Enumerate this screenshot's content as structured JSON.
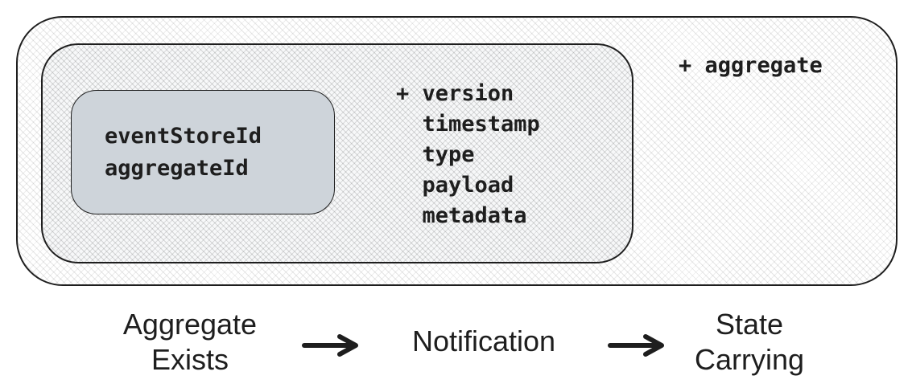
{
  "diagram": {
    "inner_box": {
      "lines": [
        "eventStoreId",
        "aggregateId"
      ],
      "fill_color": "#ced4da"
    },
    "middle_box": {
      "lines": [
        "+ version",
        "  timestamp",
        "  type",
        "  payload",
        "  metadata"
      ]
    },
    "outer_box": {
      "lines": [
        "+ aggregate"
      ]
    },
    "stages": [
      {
        "line1": "Aggregate",
        "line2": "Exists"
      },
      {
        "line1": "Notification"
      },
      {
        "line1": "State",
        "line2": "Carrying"
      }
    ],
    "arrow_color": "#1e1e1e"
  }
}
